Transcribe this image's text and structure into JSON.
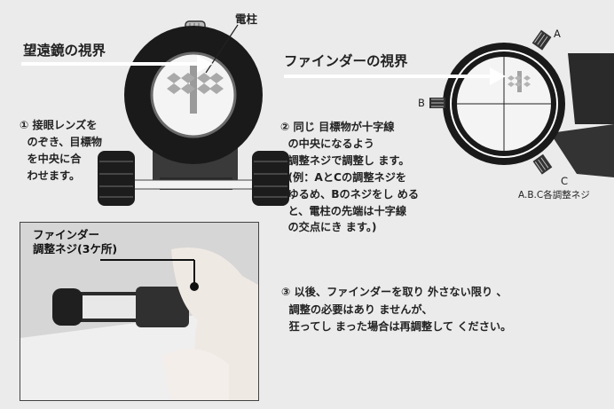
{
  "left_view": {
    "title": "望遠鏡の視界",
    "post_label": "電柱",
    "instruction": "① 接眼レンズを\n  のぞき、目標物\n  を中央に合\n  わせます。"
  },
  "right_view": {
    "title": "ファインダーの視界",
    "screw_a": "A",
    "screw_b": "B",
    "screw_c": "C",
    "screws_caption": "A.B.C各調整ネジ",
    "instruction": "② 同じ 目標物が十字線\n  の中央になるよう\n  調整ネジで調整し ます。\n  (例：AとCの調整ネジを\n  ゆるめ、Bのネジをし める\n  と、電柱の先端は十字線\n  の交点にき ます。)"
  },
  "photo": {
    "label": "ファインダー\n調整ネジ(3ケ所)"
  },
  "note": {
    "text": "③ 以後、ファインダーを取り 外さない限り 、\n  調整の必要はあり ませんが、\n  狂ってし まった場合は再調整して ください。"
  },
  "colors": {
    "background": "#ebebeb",
    "ring": "#1a1a1a",
    "arrow": "#ffffff",
    "photo_bg": "#d9d9d9"
  }
}
